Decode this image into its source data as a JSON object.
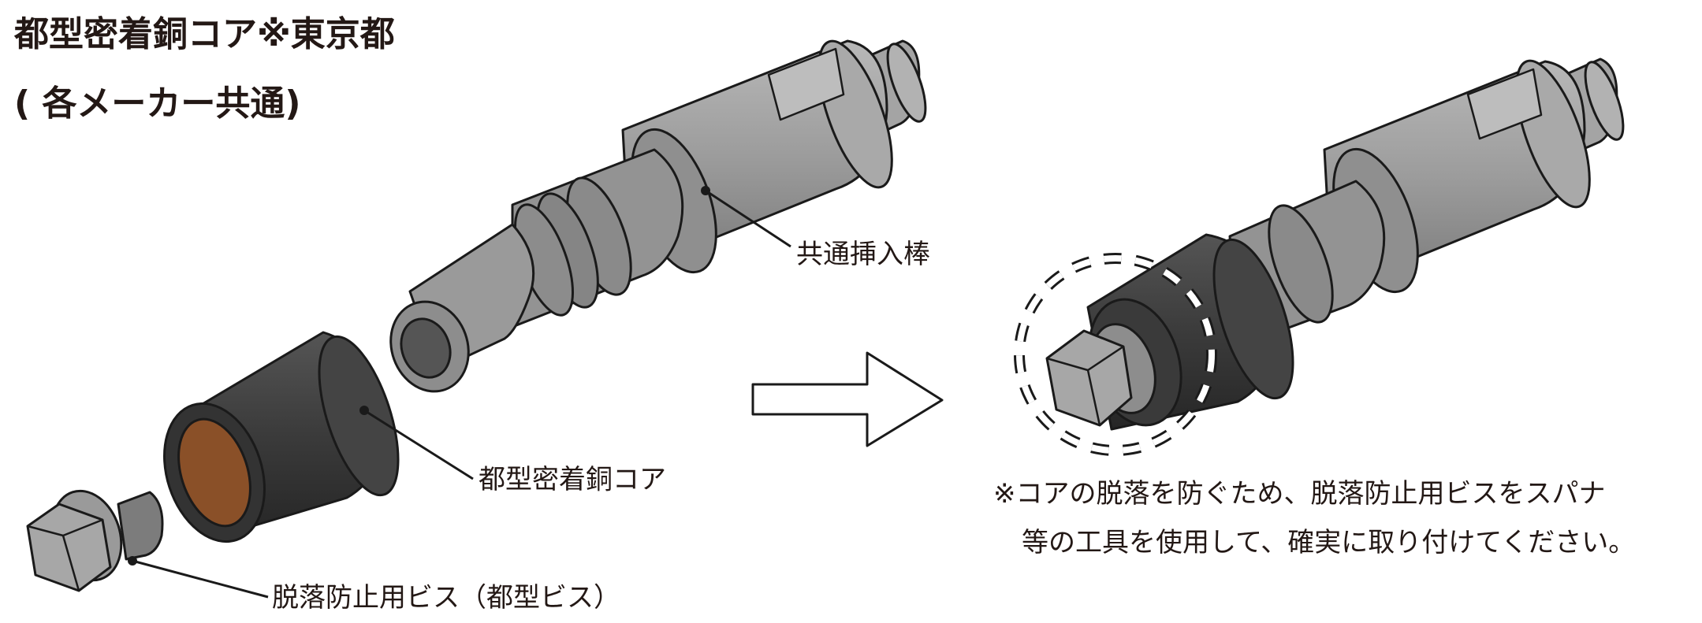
{
  "title": {
    "line1": "都型密着銅コア※東京都",
    "line2": "( 各メーカー共通)"
  },
  "labels": {
    "rod": "共通挿入棒",
    "core": "都型密着銅コア",
    "screw": "脱落防止用ビス（都型ビス）"
  },
  "note": {
    "line1": "※コアの脱落を防ぐため、脱落防止用ビスをスパナ",
    "line2": "等の工具を使用して、確実に取り付けてください。"
  },
  "colors": {
    "rod": "#9b9b9b",
    "rod_dark": "#6f6f6f",
    "core": "#3a3a3a",
    "copper": "#8a5028",
    "outline": "#1a1a1a",
    "arrow_fill": "#ffffff"
  }
}
